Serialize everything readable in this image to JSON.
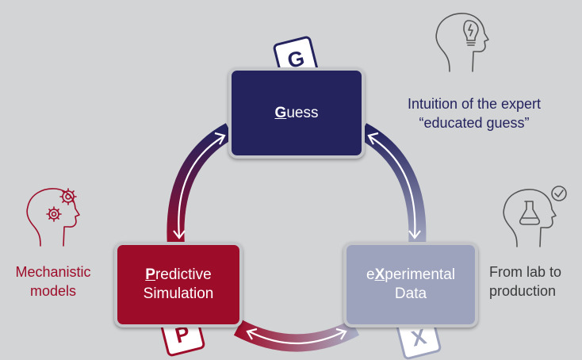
{
  "nodes": {
    "guess": {
      "letter": "G",
      "rest": "uess"
    },
    "predictive": {
      "letter": "P",
      "rest_line1": "redictive",
      "line2": "Simulation"
    },
    "experimental": {
      "prefix": "e",
      "letter": "X",
      "rest_line1": "perimental",
      "line2": "Data"
    }
  },
  "tiles": {
    "guess": "G",
    "predictive": "P",
    "experimental": "X"
  },
  "captions": {
    "guess": {
      "line1": "Intuition of the expert",
      "line2": "“educated guess”"
    },
    "predictive": {
      "line1": "Mechanistic",
      "line2": "models"
    },
    "experimental": {
      "line1": "From lab to",
      "line2": "production"
    }
  },
  "icons": {
    "guess": "head-lightbulb-icon",
    "predictive": "head-gears-icon",
    "experimental": "head-flask-check-icon"
  },
  "colors": {
    "background": "#d3d4d6",
    "navy": "#24235e",
    "crimson": "#9d0d2a",
    "slate": "#9ea3bd",
    "icon_stroke": "#555555"
  }
}
